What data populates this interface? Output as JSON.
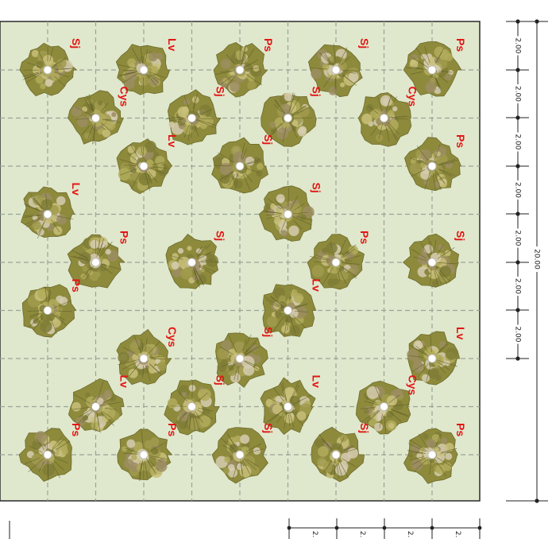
{
  "plan": {
    "background_color": "#dfe8cc",
    "grid_color": "#9aa39a",
    "label_color": "#e41414",
    "plant_icon": "shrub-icon"
  },
  "plants": [
    {
      "row": 0,
      "col": 0,
      "label": "Sj"
    },
    {
      "row": 0,
      "col": 2,
      "label": "Lv"
    },
    {
      "row": 0,
      "col": 4,
      "label": "Ps"
    },
    {
      "row": 0,
      "col": 6,
      "label": "Sj"
    },
    {
      "row": 0,
      "col": 8,
      "label": "Ps"
    },
    {
      "row": 1,
      "col": 1,
      "label": "Cys"
    },
    {
      "row": 1,
      "col": 3,
      "label": "Sj"
    },
    {
      "row": 1,
      "col": 5,
      "label": "Sj"
    },
    {
      "row": 1,
      "col": 7,
      "label": "Cys"
    },
    {
      "row": 2,
      "col": 2,
      "label": "Lv"
    },
    {
      "row": 2,
      "col": 4,
      "label": "Sj"
    },
    {
      "row": 2,
      "col": 8,
      "label": "Ps"
    },
    {
      "row": 3,
      "col": 0,
      "label": "Lv"
    },
    {
      "row": 3,
      "col": 5,
      "label": "Sj"
    },
    {
      "row": 4,
      "col": 1,
      "label": "Ps"
    },
    {
      "row": 4,
      "col": 3,
      "label": "Sj"
    },
    {
      "row": 4,
      "col": 6,
      "label": "Ps"
    },
    {
      "row": 4,
      "col": 8,
      "label": "Sj"
    },
    {
      "row": 5,
      "col": 0,
      "label": "Ps"
    },
    {
      "row": 5,
      "col": 5,
      "label": "Lv"
    },
    {
      "row": 6,
      "col": 2,
      "label": "Cys"
    },
    {
      "row": 6,
      "col": 4,
      "label": "Sj"
    },
    {
      "row": 6,
      "col": 8,
      "label": "Lv"
    },
    {
      "row": 7,
      "col": 1,
      "label": "Lv"
    },
    {
      "row": 7,
      "col": 3,
      "label": "Sj"
    },
    {
      "row": 7,
      "col": 5,
      "label": "Lv"
    },
    {
      "row": 7,
      "col": 7,
      "label": "Cys"
    },
    {
      "row": 8,
      "col": 0,
      "label": "Ps"
    },
    {
      "row": 8,
      "col": 2,
      "label": "Ps"
    },
    {
      "row": 8,
      "col": 4,
      "label": "Sj"
    },
    {
      "row": 8,
      "col": 6,
      "label": "Sj"
    },
    {
      "row": 8,
      "col": 8,
      "label": "Ps"
    }
  ],
  "dimensions": {
    "segments": [
      "2.00",
      "2.00",
      "2.00",
      "2.00",
      "2.00",
      "2.00",
      "2.00"
    ],
    "total": "20.00",
    "bottom_segments": [
      "2.",
      "2.",
      "2.",
      "2."
    ]
  }
}
